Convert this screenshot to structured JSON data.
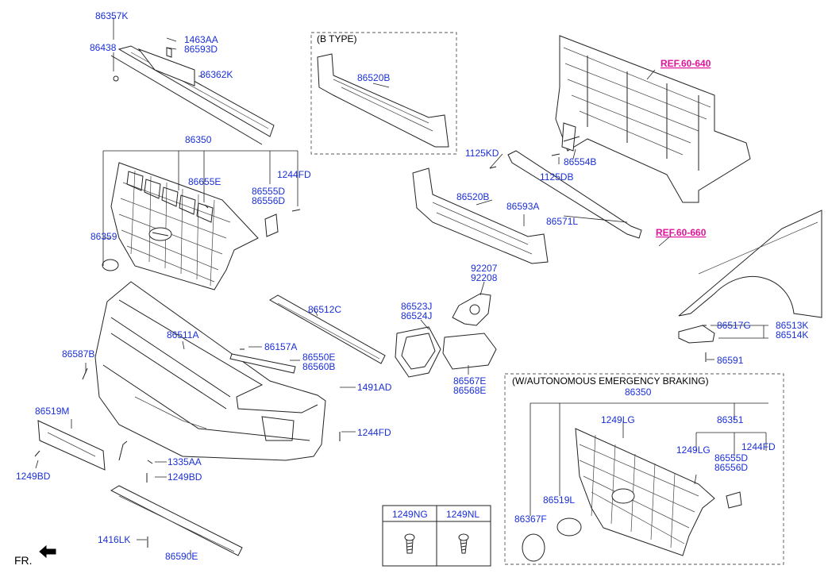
{
  "diagram": {
    "labels": {
      "p86357K": "86357K",
      "p86438": "86438",
      "p1463AA": "1463AA",
      "p86593D": "86593D",
      "p86362K": "86362K",
      "p86350": "86350",
      "p1244FD_a": "1244FD",
      "p86655E": "86655E",
      "p86555D_a": "86555D",
      "p86556D_a": "86556D",
      "p86359": "86359",
      "p86511A": "86511A",
      "p86587B": "86587B",
      "p86519M": "86519M",
      "p1249BD_a": "1249BD",
      "p1335AA": "1335AA",
      "p1249BD_b": "1249BD",
      "p1416LK": "1416LK",
      "p86590E": "86590E",
      "p86512C": "86512C",
      "p86157A": "86157A",
      "p86550E": "86550E",
      "p86560B": "86560B",
      "p1491AD": "1491AD",
      "p1244FD_b": "1244FD",
      "p86520B_a": "86520B",
      "p1125KD": "1125KD",
      "p86554B": "86554B",
      "p1125DB": "1125DB",
      "p86520B_b": "86520B",
      "p86593A": "86593A",
      "p86571L": "86571L",
      "p92207": "92207",
      "p92208": "92208",
      "p86523J": "86523J",
      "p86524J": "86524J",
      "p86567E": "86567E",
      "p86568E": "86568E",
      "p86517G": "86517G",
      "p86513K": "86513K",
      "p86514K": "86514K",
      "p86591": "86591",
      "p86350_b": "86350",
      "p1249LG_a": "1249LG",
      "p86351": "86351",
      "p1249LG_b": "1249LG",
      "p1244FD_c": "1244FD",
      "p86555D_b": "86555D",
      "p86556D_b": "86556D",
      "p86519L": "86519L",
      "p86367F": "86367F"
    },
    "references": {
      "ref_60_640": "REF.60-640",
      "ref_60_660": "REF.60-660"
    },
    "boxes": {
      "b_type_title": "(B TYPE)",
      "aeb_title": "(W/AUTONOMOUS EMERGENCY BRAKING)"
    },
    "fastener_table": {
      "col1": "1249NG",
      "col2": "1249NL"
    },
    "direction": "FR."
  }
}
